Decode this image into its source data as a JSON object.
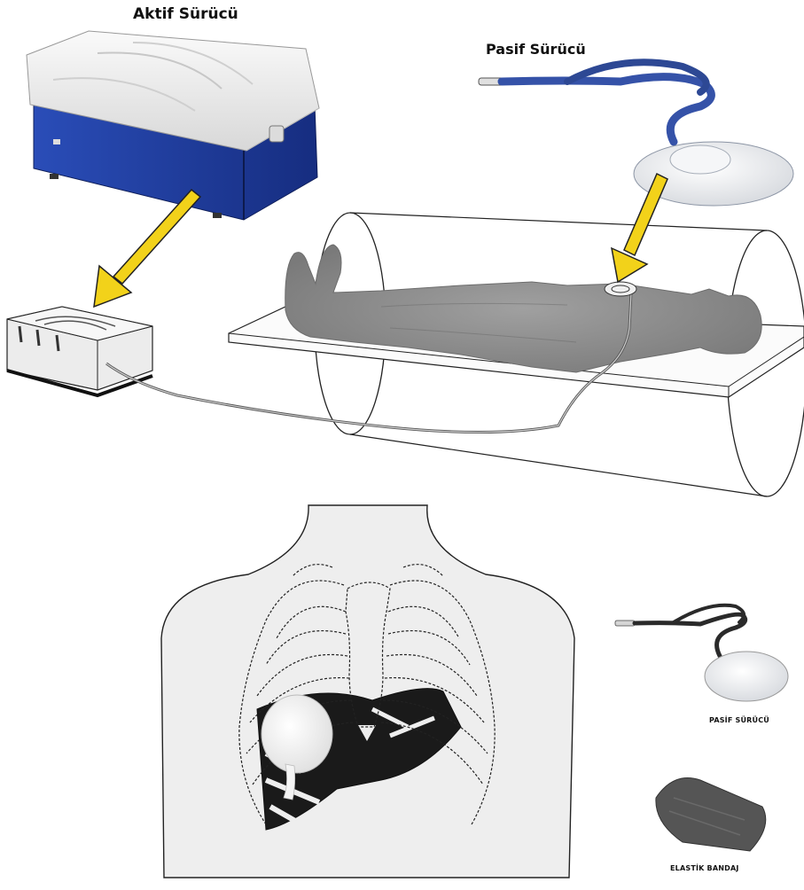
{
  "labels": {
    "active_driver": "Aktif Sürücü",
    "passive_driver": "Pasif Sürücü",
    "passive_driver_small": "PASİF SÜRÜCÜ",
    "elastic_bandage": "ELASTİK BANDAJ"
  },
  "colors": {
    "driver_blue": "#1f3e9e",
    "driver_top": "#ededed",
    "arrow_yellow": "#f2d21a",
    "tube_blue": "#3552a8",
    "torso_fill": "#eeeeee",
    "silhouette": "#8a8a8a",
    "lung_dark": "#1a1a1a",
    "bandage": "#555555"
  }
}
